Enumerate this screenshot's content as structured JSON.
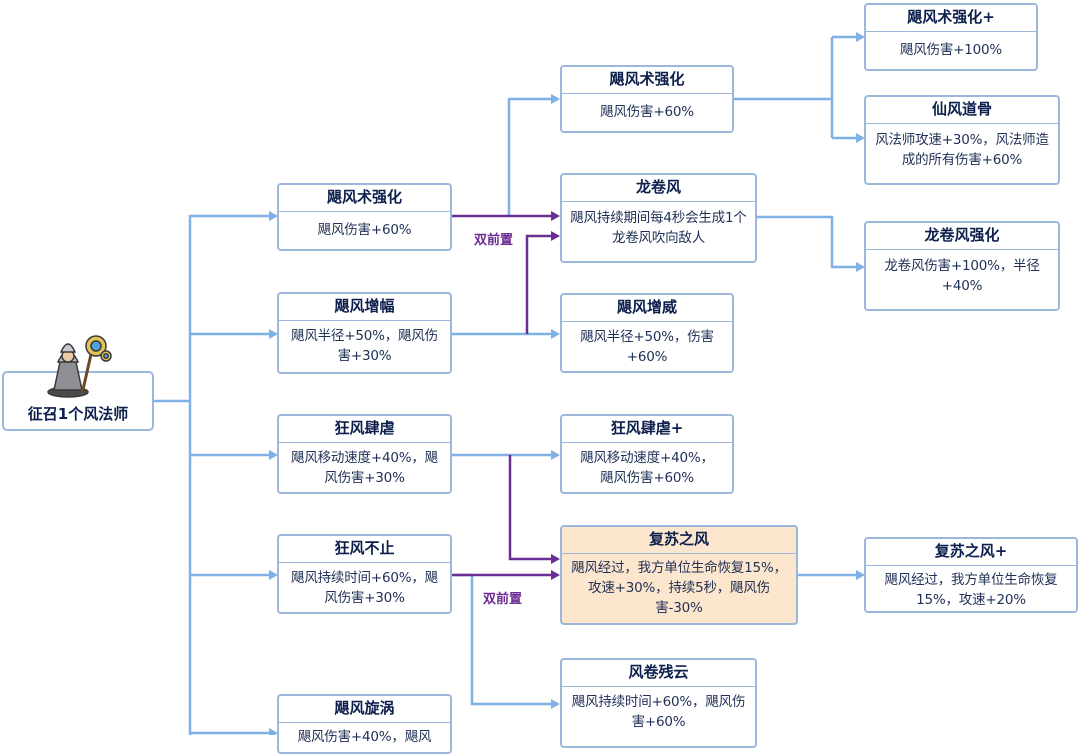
{
  "root": {
    "label": "征召1个风法师"
  },
  "dual_prereq_label": "双前置",
  "nodes": {
    "n_t1_typhoon": {
      "title": "飓风术强化",
      "desc": "飓风伤害+60%"
    },
    "n_t1_amp": {
      "title": "飓风增幅",
      "desc": "飓风半径+50%，飓风伤害+30%"
    },
    "n_t1_rampage": {
      "title": "狂风肆虐",
      "desc": "飓风移动速度+40%，飓风伤害+30%"
    },
    "n_t1_endless": {
      "title": "狂风不止",
      "desc": "飓风持续时间+60%，飓风伤害+30%"
    },
    "n_t1_vortex": {
      "title": "飓风旋涡",
      "desc": "飓风伤害+40%，飓风"
    },
    "n_t2_typhoon": {
      "title": "飓风术强化",
      "desc": "飓风伤害+60%"
    },
    "n_t2_tornado": {
      "title": "龙卷风",
      "desc": "飓风持续期间每4秒会生成1个龙卷风吹向敌人"
    },
    "n_t2_might": {
      "title": "飓风增威",
      "desc": "飓风半径+50%，伤害+60%"
    },
    "n_t2_rampage": {
      "title": "狂风肆虐+",
      "desc": "飓风移动速度+40%，飓风伤害+60%"
    },
    "n_t2_revival": {
      "title": "复苏之风",
      "desc": "飓风经过，我方单位生命恢复15%，攻速+30%，持续5秒，飓风伤害-30%"
    },
    "n_t2_cloud": {
      "title": "风卷残云",
      "desc": "飓风持续时间+60%，飓风伤害+60%"
    },
    "n_t3_typhoon": {
      "title": "飓风术强化+",
      "desc": "飓风伤害+100%"
    },
    "n_t3_immortal": {
      "title": "仙风道骨",
      "desc": "风法师攻速+30%，风法师造成的所有伤害+60%"
    },
    "n_t3_tornado": {
      "title": "龙卷风强化",
      "desc": "龙卷风伤害+100%，半径+40%"
    },
    "n_t3_revival": {
      "title": "复苏之风+",
      "desc": "飓风经过，我方单位生命恢复15%，攻速+20%"
    }
  },
  "colors": {
    "blue_line": "#7fb0e6",
    "purple_line": "#6b2d91",
    "highlight_fill": "#fce6cd"
  }
}
